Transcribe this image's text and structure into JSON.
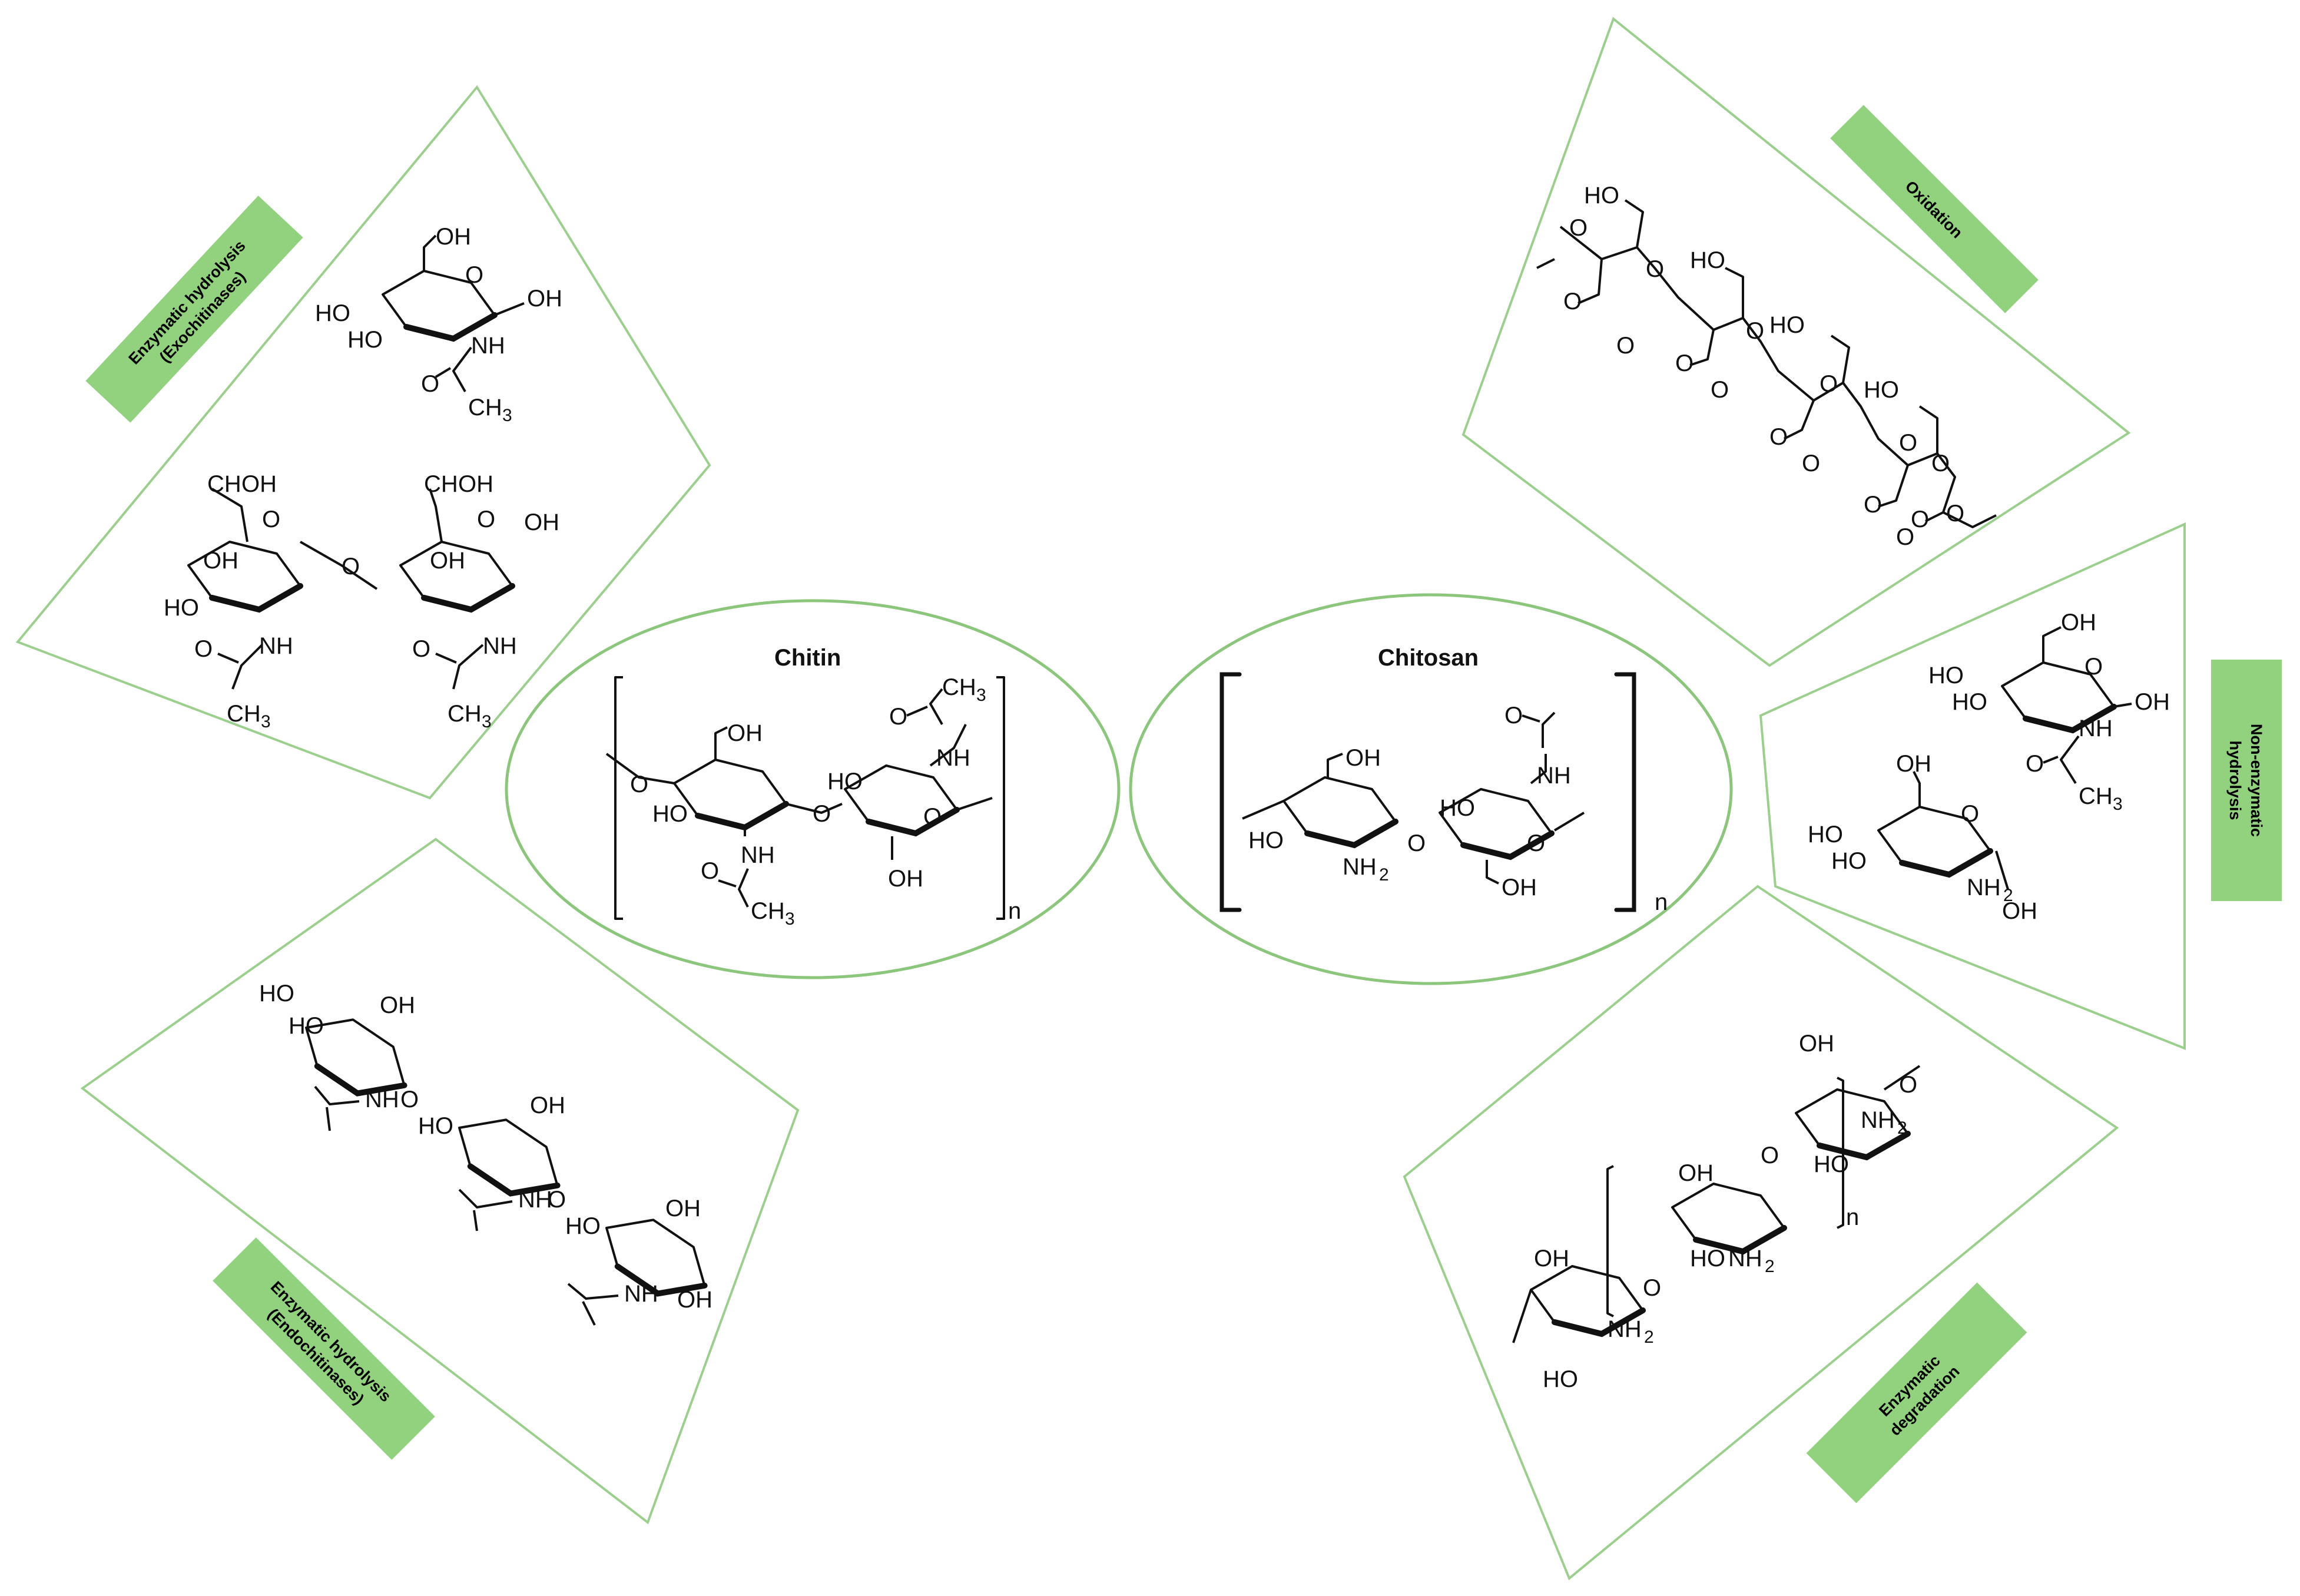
{
  "center": {
    "chitin_title": "Chitin",
    "chitosan_title": "Chitosan"
  },
  "labels": {
    "exo": [
      "Enzymatic hydrolysis",
      "(Exochitinases)"
    ],
    "endo": [
      "Enzymatic hydrolysis",
      "(Endochitinases)"
    ],
    "oxidation": [
      "Oxidation"
    ],
    "nonenzymatic": [
      "Non-enzymatic",
      "hydrolysis"
    ],
    "degradation": [
      "Enzymatic",
      "degradation"
    ]
  },
  "groups": {
    "oh": "OH",
    "ho": "HO",
    "nh": "NH",
    "nh2": "NH",
    "sub2": "2",
    "ch3": "CH",
    "sub3": "3",
    "ch2oh": "CH",
    "o": "O",
    "n": "n"
  },
  "colors": {
    "frame": "#9ccf8e",
    "label_fill": "#92d17e",
    "ellipse": "#8cc57c"
  }
}
